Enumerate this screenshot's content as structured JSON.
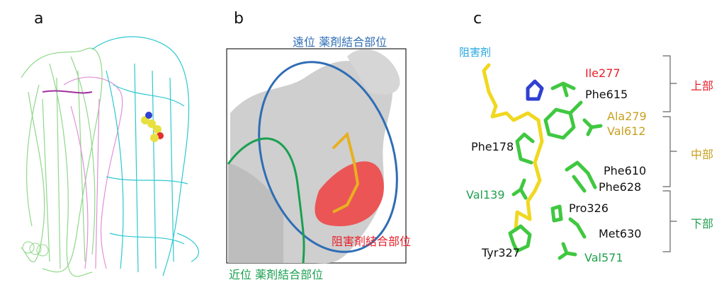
{
  "panels": {
    "a": {
      "letter": "a"
    },
    "b": {
      "letter": "b",
      "distal_site": "遠位 薬剤結合部位",
      "proximal_site": "近位 薬剤結合部位",
      "inhibitor_site": "阻害剤結合部位"
    },
    "c": {
      "letter": "c",
      "inhibitor": "阻害剤",
      "residues": [
        {
          "name": "Ile277",
          "color": "#e8202a"
        },
        {
          "name": "Phe615",
          "color": "#111111"
        },
        {
          "name": "Ala279",
          "color": "#c9a020"
        },
        {
          "name": "Val612",
          "color": "#c9a020"
        },
        {
          "name": "Phe178",
          "color": "#111111"
        },
        {
          "name": "Phe610",
          "color": "#111111"
        },
        {
          "name": "Phe628",
          "color": "#111111"
        },
        {
          "name": "Val139",
          "color": "#22a050"
        },
        {
          "name": "Pro326",
          "color": "#111111"
        },
        {
          "name": "Met630",
          "color": "#111111"
        },
        {
          "name": "Tyr327",
          "color": "#111111"
        },
        {
          "name": "Val571",
          "color": "#22a050"
        }
      ],
      "regions": [
        {
          "name": "上部",
          "color": "#e8202a"
        },
        {
          "name": "中部",
          "color": "#c9a020"
        },
        {
          "name": "下部",
          "color": "#22a050"
        }
      ]
    }
  },
  "colors": {
    "blue_site": "#2f6db5",
    "green_site": "#1aa050",
    "red_site": "#e8202a",
    "inhibitor_label": "#29a8e0"
  }
}
